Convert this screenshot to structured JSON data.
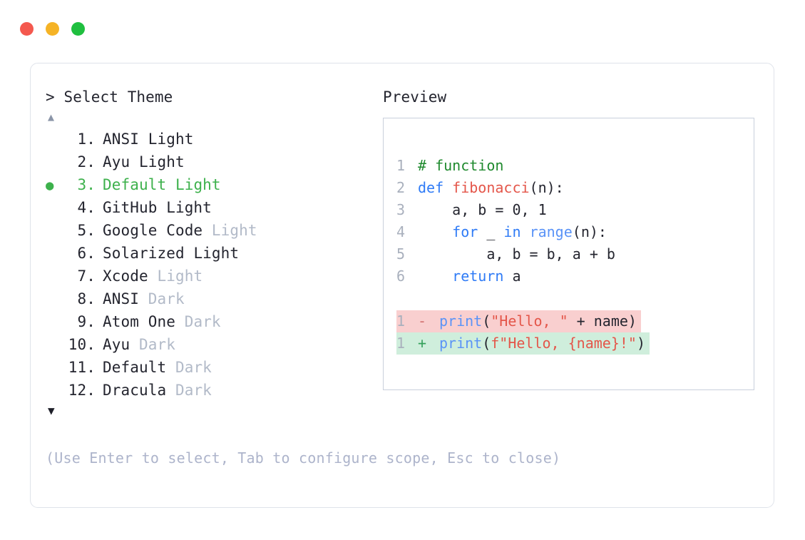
{
  "window": {
    "traffic_lights": [
      {
        "name": "close",
        "color": "#f4584e"
      },
      {
        "name": "minimize",
        "color": "#f5b326"
      },
      {
        "name": "maximize",
        "color": "#1fbf3f"
      }
    ]
  },
  "left": {
    "prompt": "> Select Theme",
    "scroll_up_icon": "▲",
    "scroll_down_icon": "▼",
    "selected_index": 3,
    "bullet_icon": "●",
    "items": [
      {
        "num": "1.",
        "name": "ANSI",
        "variant": "Light",
        "variant_muted": false,
        "selected": false
      },
      {
        "num": "2.",
        "name": "Ayu",
        "variant": "Light",
        "variant_muted": false,
        "selected": false
      },
      {
        "num": "3.",
        "name": "Default",
        "variant": "Light",
        "variant_muted": false,
        "selected": true
      },
      {
        "num": "4.",
        "name": "GitHub",
        "variant": "Light",
        "variant_muted": false,
        "selected": false
      },
      {
        "num": "5.",
        "name": "Google Code",
        "variant": "Light",
        "variant_muted": true,
        "selected": false
      },
      {
        "num": "6.",
        "name": "Solarized",
        "variant": "Light",
        "variant_muted": false,
        "selected": false
      },
      {
        "num": "7.",
        "name": "Xcode",
        "variant": "Light",
        "variant_muted": true,
        "selected": false
      },
      {
        "num": "8.",
        "name": "ANSI",
        "variant": "Dark",
        "variant_muted": true,
        "selected": false
      },
      {
        "num": "9.",
        "name": "Atom One",
        "variant": "Dark",
        "variant_muted": true,
        "selected": false
      },
      {
        "num": "10.",
        "name": "Ayu",
        "variant": "Dark",
        "variant_muted": true,
        "selected": false
      },
      {
        "num": "11.",
        "name": "Default",
        "variant": "Dark",
        "variant_muted": true,
        "selected": false
      },
      {
        "num": "12.",
        "name": "Dracula",
        "variant": "Dark",
        "variant_muted": true,
        "selected": false
      }
    ]
  },
  "hint": "(Use Enter to select, Tab to configure scope, Esc to close)",
  "right": {
    "label": "Preview",
    "code_lines": [
      {
        "ln": "1",
        "tokens": [
          {
            "t": "# function",
            "c": "comment"
          }
        ]
      },
      {
        "ln": "2",
        "tokens": [
          {
            "t": "def ",
            "c": "keyword"
          },
          {
            "t": "fibonacci",
            "c": "func"
          },
          {
            "t": "(n):",
            "c": "plain"
          }
        ]
      },
      {
        "ln": "3",
        "tokens": [
          {
            "t": "    a, b = ",
            "c": "plain"
          },
          {
            "t": "0",
            "c": "number"
          },
          {
            "t": ", ",
            "c": "plain"
          },
          {
            "t": "1",
            "c": "number"
          }
        ]
      },
      {
        "ln": "4",
        "tokens": [
          {
            "t": "    ",
            "c": "plain"
          },
          {
            "t": "for",
            "c": "keyword"
          },
          {
            "t": " _ ",
            "c": "plain"
          },
          {
            "t": "in",
            "c": "keyword"
          },
          {
            "t": " ",
            "c": "plain"
          },
          {
            "t": "range",
            "c": "builtin"
          },
          {
            "t": "(n):",
            "c": "plain"
          }
        ]
      },
      {
        "ln": "5",
        "tokens": [
          {
            "t": "        a, b = b, a + b",
            "c": "plain"
          }
        ]
      },
      {
        "ln": "6",
        "tokens": [
          {
            "t": "    ",
            "c": "plain"
          },
          {
            "t": "return",
            "c": "keyword"
          },
          {
            "t": " a",
            "c": "plain"
          }
        ]
      }
    ],
    "diff_lines": [
      {
        "ln": "1",
        "sign": "-",
        "kind": "del",
        "tokens": [
          {
            "t": "print",
            "c": "builtin"
          },
          {
            "t": "(",
            "c": "plain"
          },
          {
            "t": "\"Hello, \"",
            "c": "string"
          },
          {
            "t": " + name)",
            "c": "plain"
          }
        ]
      },
      {
        "ln": "1",
        "sign": "+",
        "kind": "add",
        "tokens": [
          {
            "t": "print",
            "c": "builtin"
          },
          {
            "t": "(",
            "c": "plain"
          },
          {
            "t": "f\"Hello, {name}!\"",
            "c": "string"
          },
          {
            "t": ")",
            "c": "plain"
          }
        ]
      }
    ]
  },
  "colors": {
    "accent_selected": "#3db14c",
    "muted_text": "#b2bac8",
    "hint_text": "#adb4cb",
    "diff_del_bg": "#f9cfcf",
    "diff_add_bg": "#cfeedc",
    "card_border": "#dfe3ea",
    "preview_border": "#c9d0dc"
  }
}
